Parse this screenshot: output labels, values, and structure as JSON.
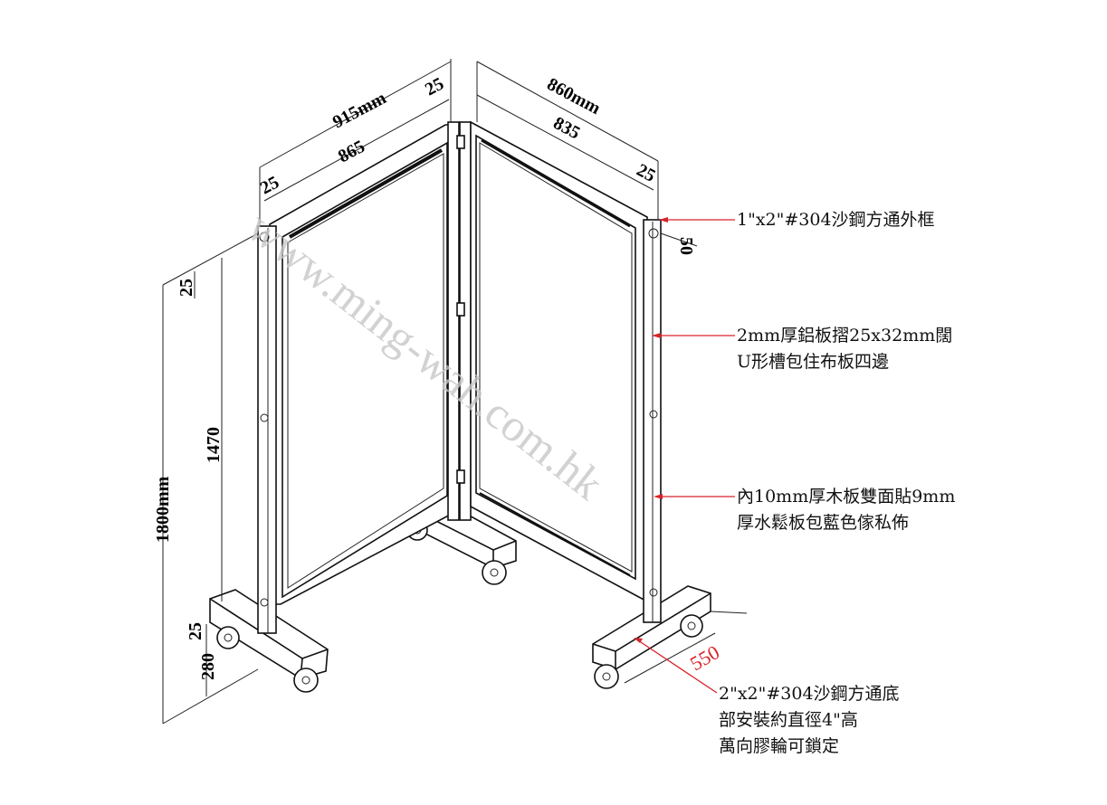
{
  "watermark": "www.ming-wah.com.hk",
  "dimensions": {
    "left_total_width": "915mm",
    "left_inner_width": "865",
    "left_side_a": "25",
    "left_side_b": "25",
    "right_total_width": "860mm",
    "right_inner_width": "835",
    "right_side": "25",
    "post_depth": "50",
    "total_height": "1800mm",
    "panel_height": "1470",
    "top_gap": "25",
    "bottom_gap": "25",
    "base_height": "280",
    "base_length": "550"
  },
  "annotations": [
    {
      "lines": [
        "1\"x2\"#304沙鋼方通外框"
      ]
    },
    {
      "lines": [
        "2mm厚鋁板摺25x32mm闊",
        "U形槽包住布板四邊"
      ]
    },
    {
      "lines": [
        "內10mm厚木板雙面貼9mm",
        "厚水鬆板包藍色傢私佈"
      ]
    },
    {
      "lines": [
        "2\"x2\"#304沙鋼方通底",
        "部安裝約直徑4\"高",
        "萬向膠輪可鎖定"
      ]
    }
  ],
  "colors": {
    "leader": "#d9232a",
    "line": "#111111",
    "watermark": "#c8c8c8"
  }
}
